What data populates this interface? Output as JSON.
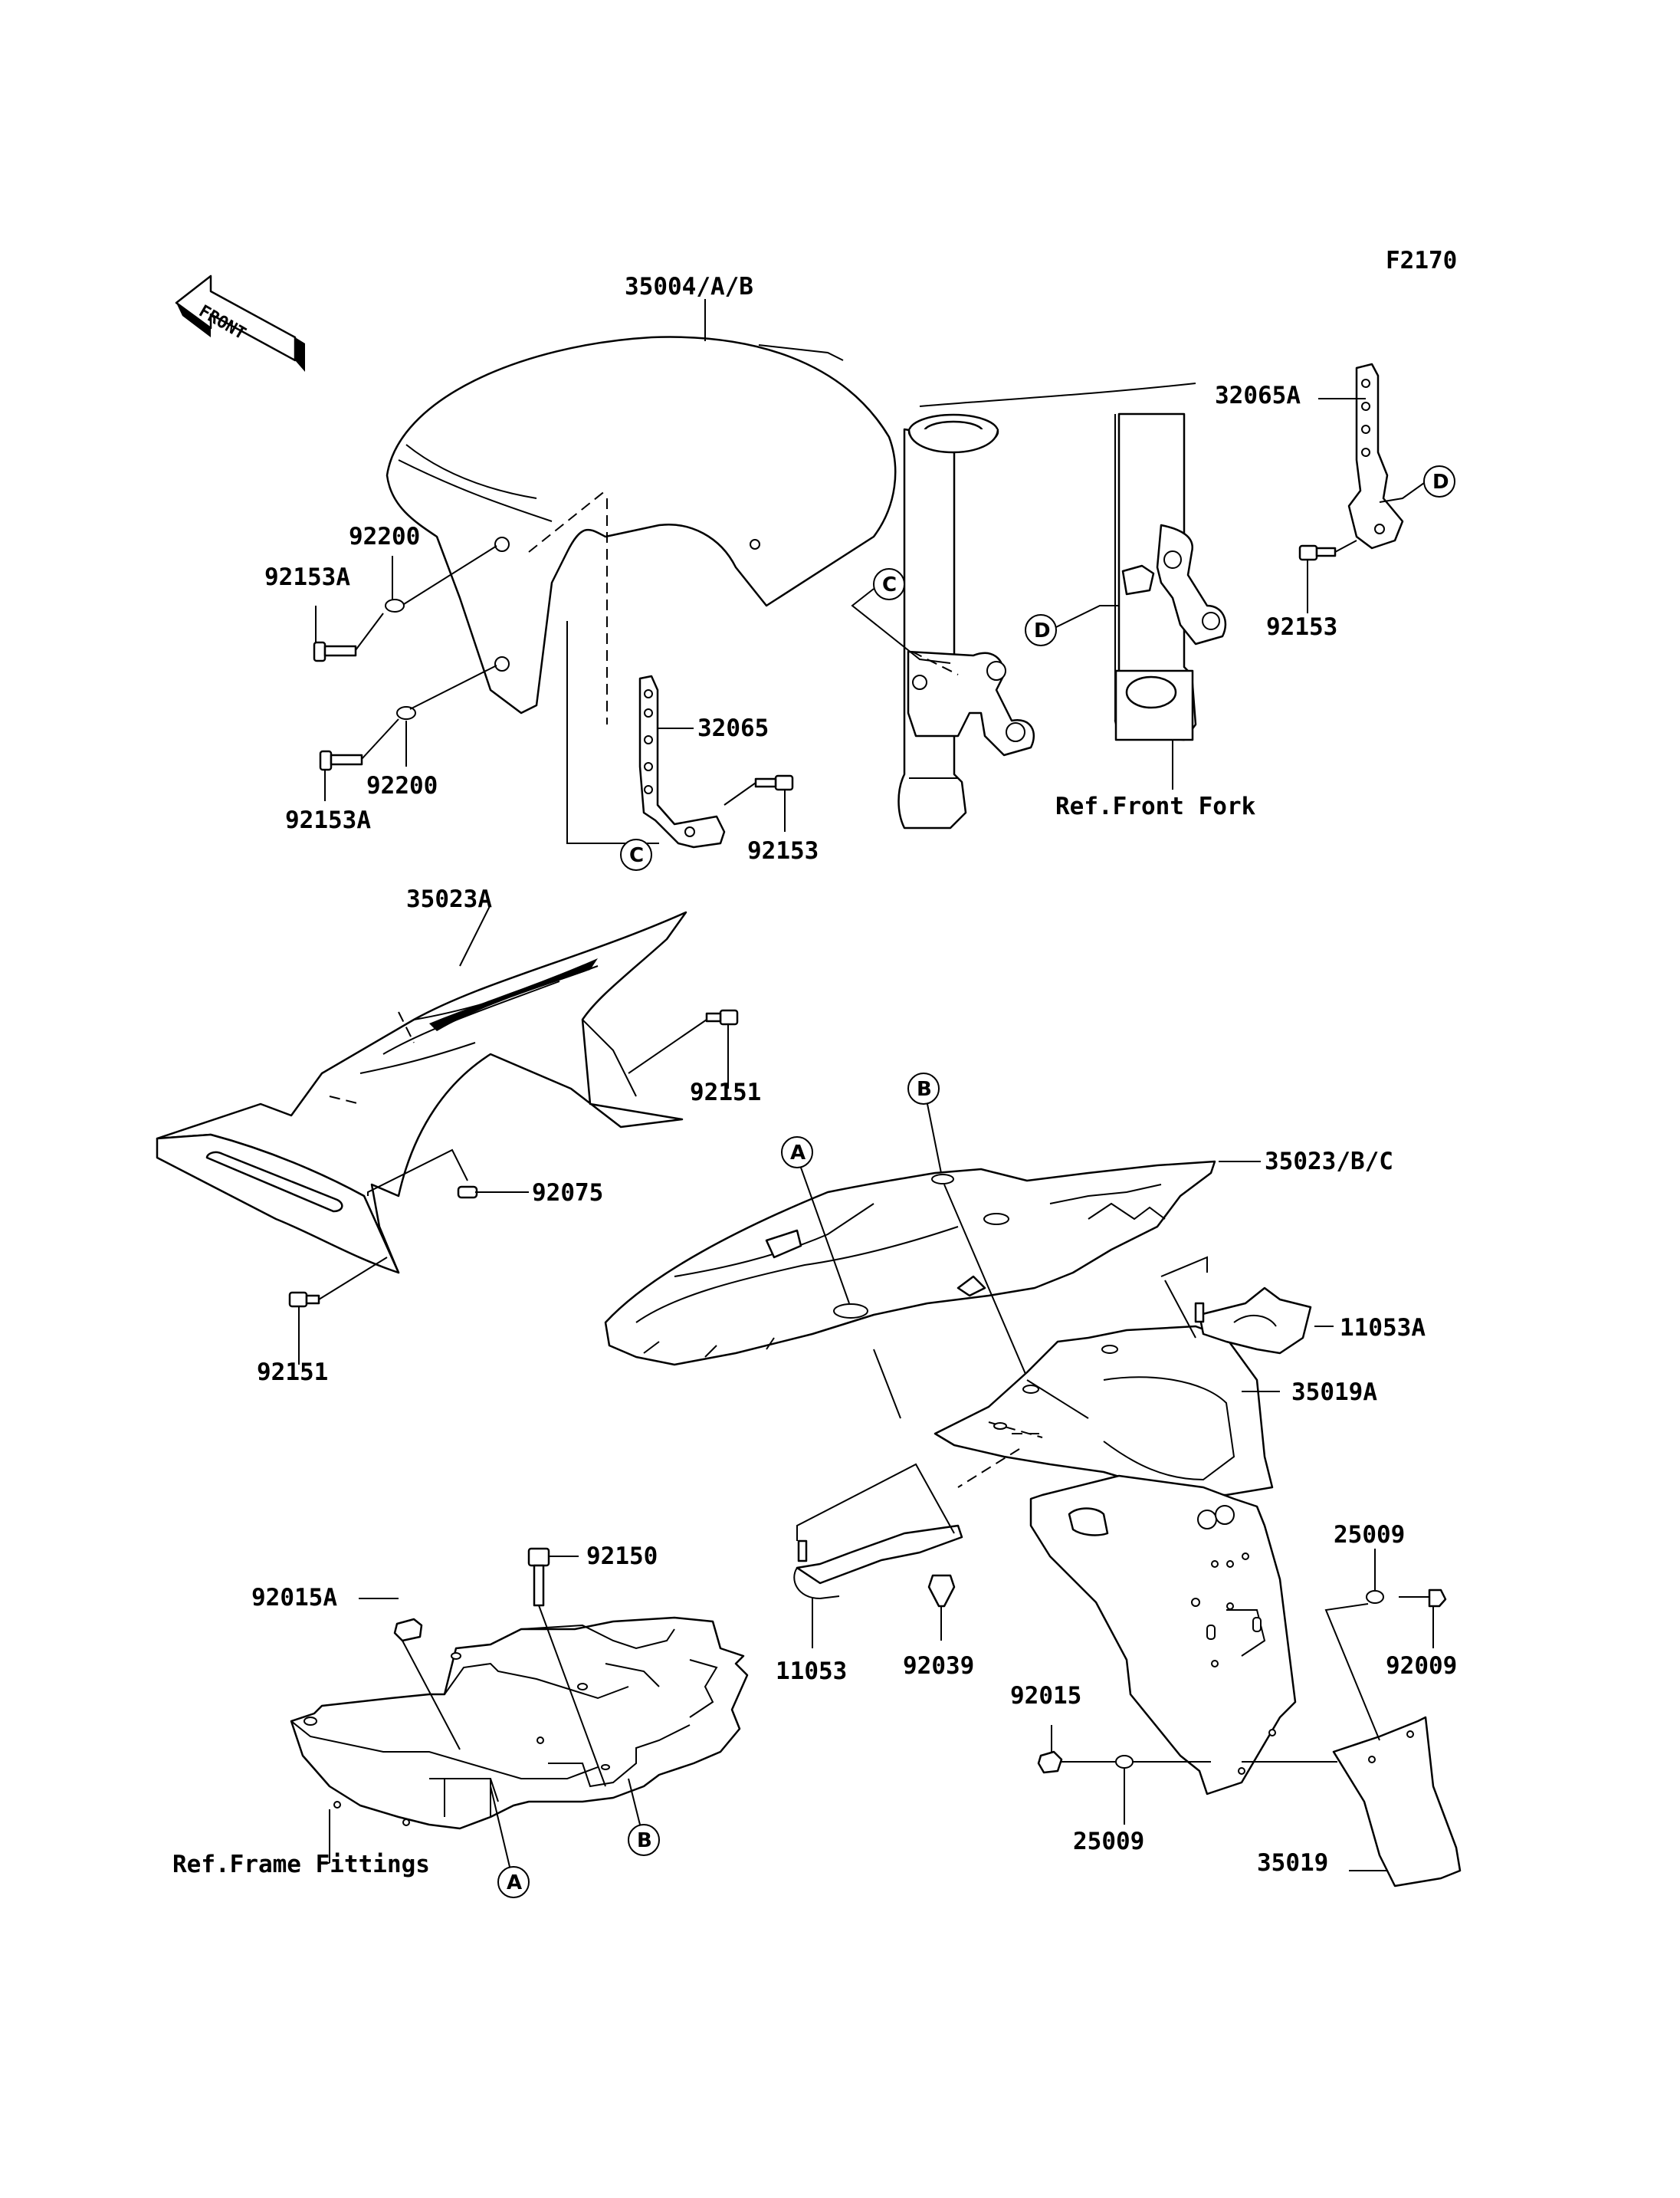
{
  "figure_code": "F2170",
  "front_label": "FRONT",
  "labels": {
    "p35004": "35004/A/B",
    "p32065A": "32065A",
    "p92200a": "92200",
    "p92153Aa": "92153A",
    "p92153a": "92153",
    "p32065": "32065",
    "p92200b": "92200",
    "p92153Ab": "92153A",
    "p92153b": "92153",
    "ref_front_fork": "Ref.Front Fork",
    "p35023A": "35023A",
    "p92151a": "92151",
    "p35023BC": "35023/B/C",
    "p92075": "92075",
    "p11053A": "11053A",
    "p92151b": "92151",
    "p35019A": "35019A",
    "p92150": "92150",
    "p92015A": "92015A",
    "p25009a": "25009",
    "p11053": "11053",
    "p92039": "92039",
    "p92009": "92009",
    "p92015": "92015",
    "p25009b": "25009",
    "ref_frame_fittings": "Ref.Frame Fittings",
    "p35019": "35019"
  },
  "callouts": {
    "c1": "C",
    "c2": "C",
    "d1": "D",
    "d2": "D",
    "a1": "A",
    "a2": "A",
    "b1": "B",
    "b2": "B"
  }
}
